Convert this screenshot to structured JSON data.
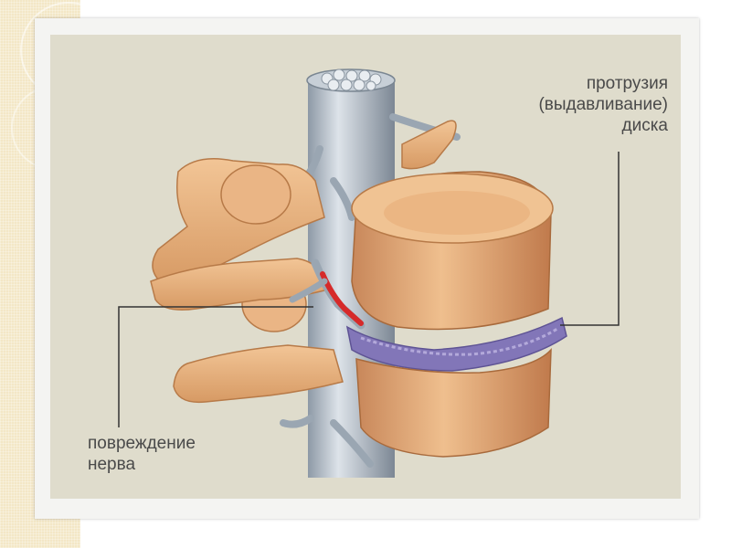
{
  "labels": {
    "protrusion": [
      "протрузия",
      "(выдавливание)",
      "диска"
    ],
    "nerve_damage": [
      "повреждение",
      "нерва"
    ]
  },
  "colors": {
    "background_panel": "#dfdccc",
    "bone": "#e8b07c",
    "spinal_cord": "#b8c2cc",
    "disc_protrusion": "#8276b8",
    "nerve_damage": "#d62a2a",
    "leader_line": "#333333"
  }
}
